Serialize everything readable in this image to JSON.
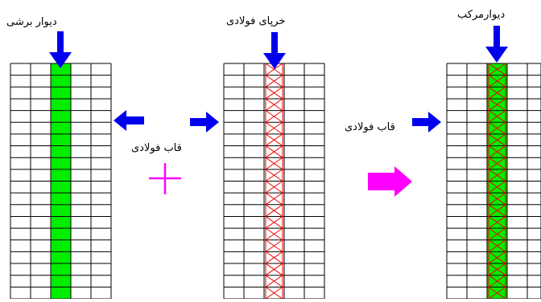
{
  "labels": {
    "shear_wall": "دیوار برشی",
    "steel_brace": "خرپای فولادی",
    "composite_wall": "دیوارمرکب",
    "steel_frame_left": "قاب فولادی",
    "steel_frame_right": "قاب فولادی"
  },
  "operators": {
    "plus": "+",
    "result": "⇒"
  },
  "colors": {
    "grid": "#000000",
    "shear_infill": "#00ee00",
    "brace_lines": "#ee0000",
    "arrow": "#0000ee",
    "plus": "#ff00ff",
    "result_arrow": "#ff00ff"
  },
  "grid": {
    "columns": 5,
    "rows": 20
  }
}
